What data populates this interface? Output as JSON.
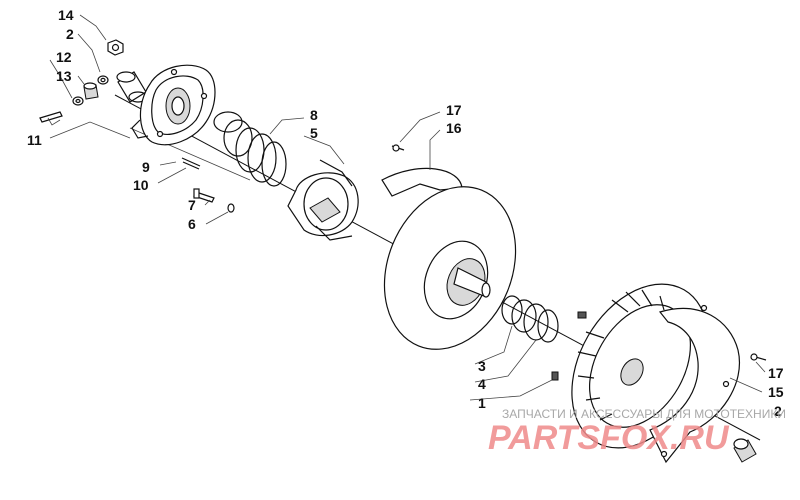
{
  "diagram": {
    "callouts": {
      "c14": "14",
      "c2a": "2",
      "c12": "12",
      "c13": "13",
      "c11": "11",
      "c9": "9",
      "c10": "10",
      "c7": "7",
      "c6": "6",
      "c8": "8",
      "c5": "5",
      "c17a": "17",
      "c16": "16",
      "c3": "3",
      "c4": "4",
      "c1": "1",
      "c17b": "17",
      "c15": "15",
      "c2b": "2"
    },
    "watermark": {
      "caption": "ЗАПЧАСТИ И АКСЕССУАРЫ ДЛЯ МОТОТЕХНИКИ",
      "brand": "PARTSFOX.RU"
    }
  }
}
